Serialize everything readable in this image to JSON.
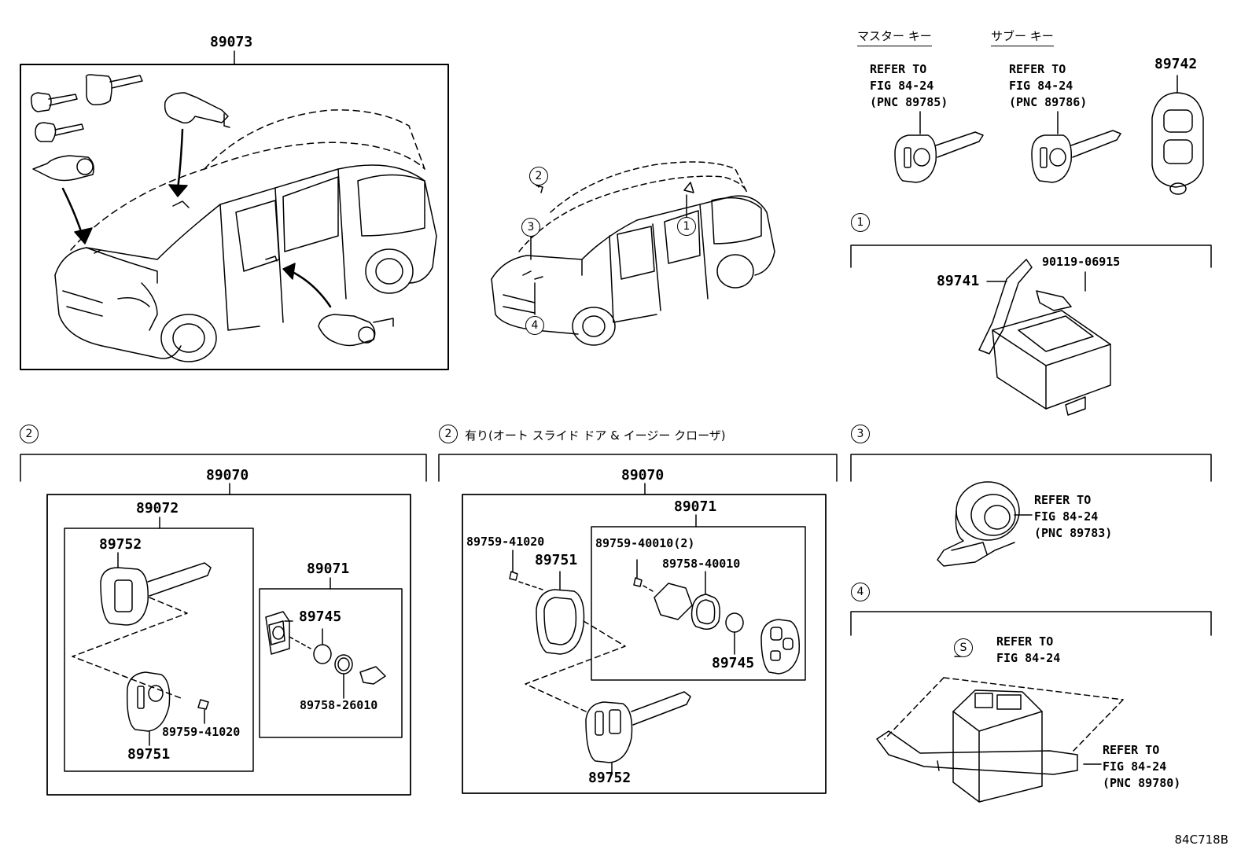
{
  "header": {
    "master_key": "マスター キー",
    "sub_key": "サブー キー"
  },
  "callouts": {
    "c1": "1",
    "c2": "2",
    "c3": "3",
    "c4": "4",
    "s": "S"
  },
  "sections": {
    "s2_left": "2",
    "s2_mid": "2",
    "s2_mid_caption": "有り(オート スライド ドア & イージー クローザ)",
    "s1": "1",
    "s3": "3",
    "s4": "4"
  },
  "parts": {
    "p89073": "89073",
    "p89742": "89742",
    "p89741": "89741",
    "p90119": "90119-06915",
    "left_89070": "89070",
    "left_89072": "89072",
    "left_89752": "89752",
    "left_89751": "89751",
    "left_89759": "89759-41020",
    "left_89071": "89071",
    "left_89745": "89745",
    "left_89758": "89758-26010",
    "mid_89070": "89070",
    "mid_89071": "89071",
    "mid_89759_41020": "89759-41020",
    "mid_89751": "89751",
    "mid_89759_40010": "89759-40010(2)",
    "mid_89758": "89758-40010",
    "mid_89745": "89745",
    "mid_89752": "89752"
  },
  "refs": {
    "master": [
      "REFER TO",
      "FIG 84-24",
      "(PNC 89785)"
    ],
    "sub": [
      "REFER TO",
      "FIG 84-24",
      "(PNC 89786)"
    ],
    "s3": [
      "REFER TO",
      "FIG 84-24",
      "(PNC 89783)"
    ],
    "s4_top": [
      "REFER TO",
      "FIG 84-24"
    ],
    "s4_bottom": [
      "REFER TO",
      "FIG 84-24",
      "(PNC 89780)"
    ]
  },
  "figure_code": "84C718B"
}
